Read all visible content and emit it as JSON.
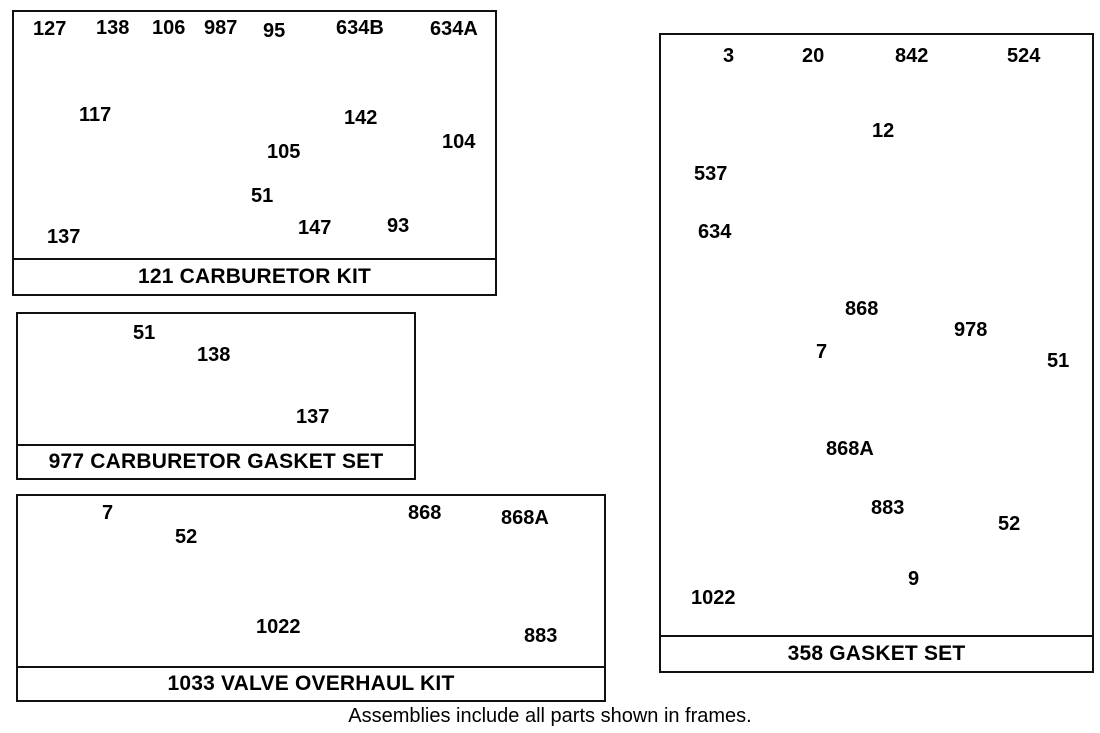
{
  "frames": {
    "carb_kit": {
      "title": "121 CARBURETOR KIT",
      "labels": [
        "127",
        "138",
        "106",
        "987",
        "95",
        "634B",
        "634A",
        "117",
        "142",
        "104",
        "105",
        "51",
        "147",
        "93",
        "137"
      ]
    },
    "carb_gasket": {
      "title": "977 CARBURETOR GASKET SET",
      "labels": [
        "51",
        "138",
        "137"
      ]
    },
    "valve_kit": {
      "title": "1033 VALVE OVERHAUL KIT",
      "labels": [
        "7",
        "52",
        "868",
        "868A",
        "1022",
        "883"
      ]
    },
    "gasket_set": {
      "title": "358 GASKET SET",
      "labels": [
        "3",
        "20",
        "842",
        "524",
        "12",
        "537",
        "634",
        "868",
        "978",
        "7",
        "51",
        "868A",
        "883",
        "52",
        "9",
        "1022"
      ]
    }
  },
  "footer": "Assemblies include all parts shown in frames."
}
